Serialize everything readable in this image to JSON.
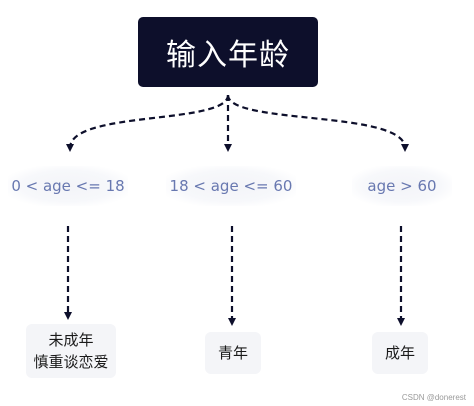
{
  "root": {
    "label": "输入年龄"
  },
  "conditions": [
    {
      "label": "0 < age <= 18"
    },
    {
      "label": "18 < age <= 60"
    },
    {
      "label": "age > 60"
    }
  ],
  "results": [
    {
      "line1": "未成年",
      "line2": "慎重谈恋爱"
    },
    {
      "line1": "青年"
    },
    {
      "line1": "成年"
    }
  ],
  "watermark": "CSDN @donerest",
  "colors": {
    "root_bg": "#0d0f2b",
    "condition_text": "#6878b0",
    "connector": "#0d0f2b"
  }
}
